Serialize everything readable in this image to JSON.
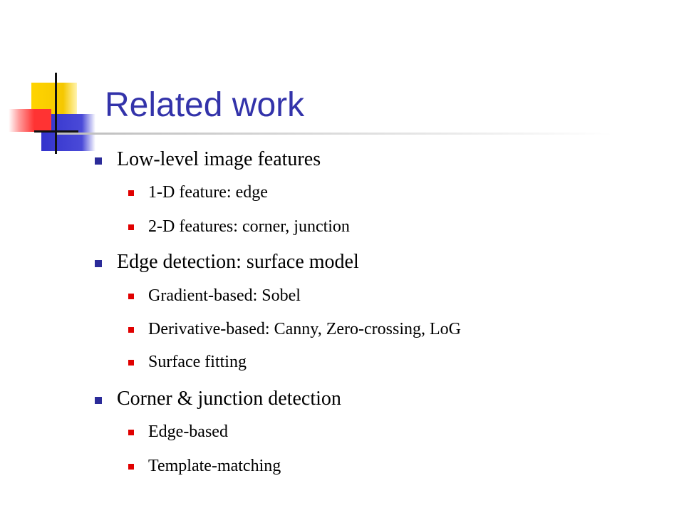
{
  "slide": {
    "title": "Related work",
    "accent_colors": {
      "title": "#3333aa",
      "level1_bullet": "#2b2b99",
      "level2_bullet": "#e00000",
      "logo_yellow": "#f5c800",
      "logo_blue": "#3333cc",
      "logo_red": "#ff3333"
    },
    "bullets": [
      {
        "text": "Low-level image features",
        "level": 1
      },
      {
        "text": "1-D feature: edge",
        "level": 2
      },
      {
        "text": "2-D features: corner, junction",
        "level": 2
      },
      {
        "text": "Edge detection: surface model",
        "level": 1
      },
      {
        "text": "Gradient-based: Sobel",
        "level": 2
      },
      {
        "text": "Derivative-based: Canny, Zero-crossing, LoG",
        "level": 2
      },
      {
        "text": "Surface fitting",
        "level": 2
      },
      {
        "text": "Corner & junction detection",
        "level": 1
      },
      {
        "text": "Edge-based",
        "level": 2
      },
      {
        "text": "Template-matching",
        "level": 2
      }
    ]
  }
}
